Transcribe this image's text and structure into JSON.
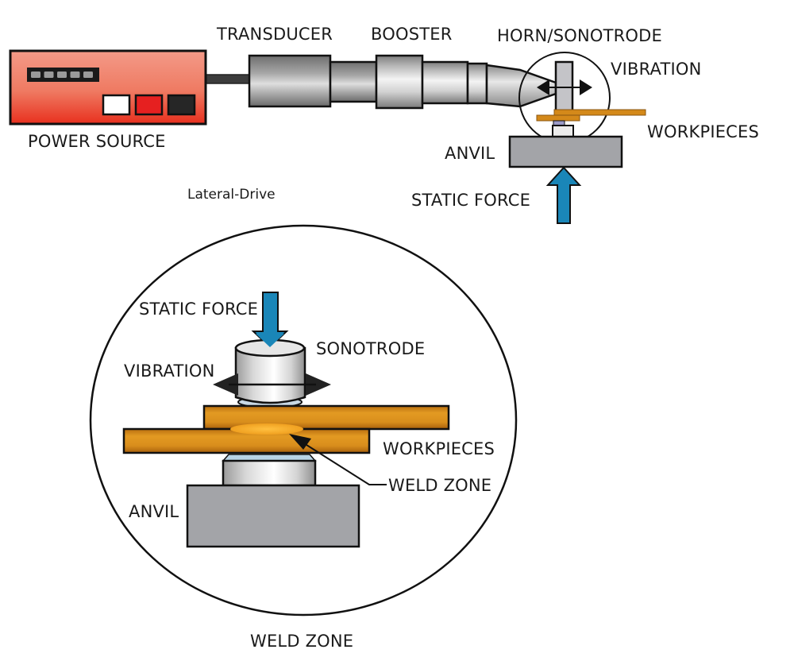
{
  "diagram": {
    "subject": "Ultrasonic welding system",
    "caption": "Lateral-Drive",
    "labels": {
      "power_source": "POWER SOURCE",
      "transducer": "TRANSDUCER",
      "booster": "BOOSTER",
      "horn": "HORN/SONOTRODE",
      "vibration_top": "VIBRATION",
      "workpieces_top": "WORKPIECES",
      "anvil_top": "ANVIL",
      "static_force_top": "STATIC FORCE",
      "static_force_detail": "STATIC FORCE",
      "sonotrode_detail": "SONOTRODE",
      "vibration_detail": "VIBRATION",
      "workpieces_detail": "WORKPIECES",
      "weld_zone_pointer": "WELD ZONE",
      "anvil_detail": "ANVIL",
      "detail_title": "WELD ZONE"
    },
    "colors": {
      "power_source_top": "#f08a78",
      "power_source_bottom": "#e8321f",
      "force_arrow": "#1a86b8",
      "workpiece": "#d4891a",
      "weld_zone": "#f4a820",
      "metal_light": "#f0f0f0",
      "metal_dark": "#8a8a8a",
      "anvil": "#a3a4a8"
    },
    "power_source_indicators": {
      "led_count": 5,
      "buttons": [
        "white",
        "red",
        "black"
      ]
    }
  }
}
